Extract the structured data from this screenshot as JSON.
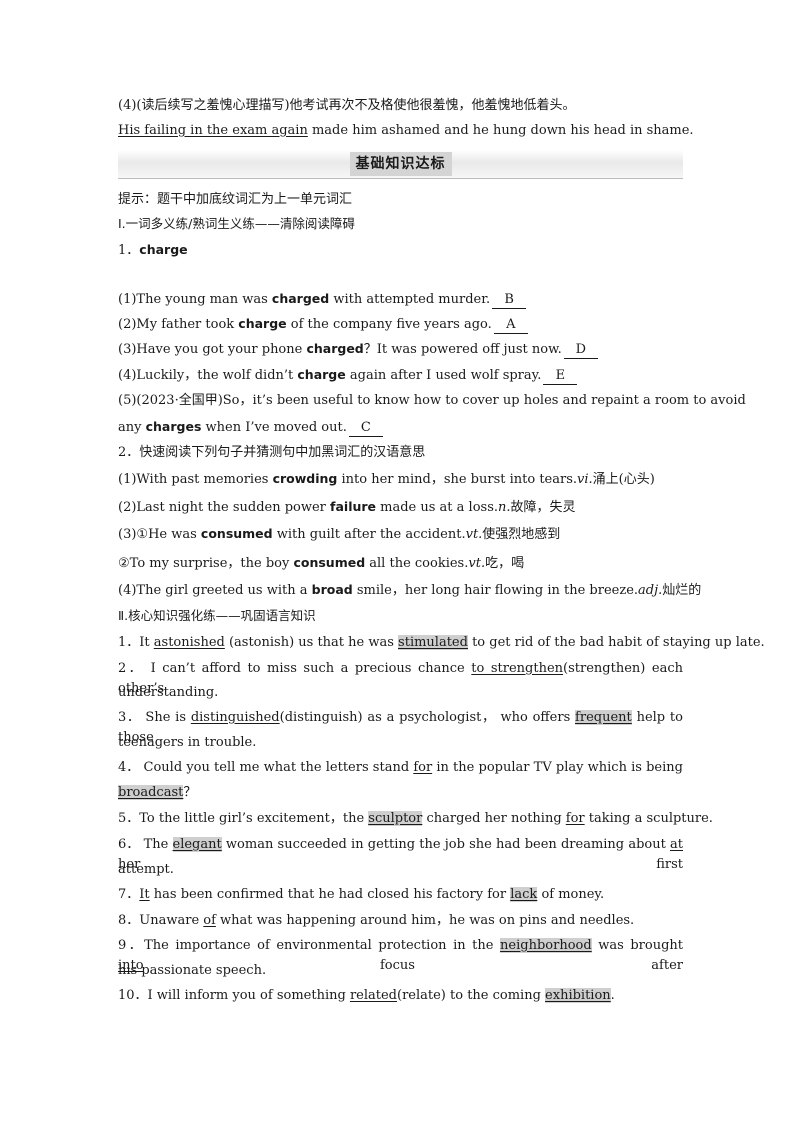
{
  "intro": {
    "l1": "(4)(读后续写之羞愧心理描写)他考试再次不及格使他很羞愧，他羞愧地低着头。",
    "l2a": "His failing in the exam again",
    "l2b": " made him ashamed and he hung down his head in shame."
  },
  "banner": {
    "title": "基础知识达标"
  },
  "tip": "提示：题干中加底纹词汇为上一单元词汇",
  "section1": {
    "heading": "Ⅰ.一词多义练/熟词生义练——清除阅读障碍",
    "item1": {
      "num": "1．",
      "word": "charge"
    },
    "q1": {
      "a": "(1)The young man was ",
      "b": "charged",
      "c": " with attempted murder.",
      "ans": "B"
    },
    "q2": {
      "a": "(2)My father took ",
      "b": "charge",
      "c": " of the company five years ago.",
      "ans": "A"
    },
    "q3": {
      "a": "(3)Have you got your phone ",
      "b": "charged",
      "c": "？It was powered off just now.",
      "ans": "D"
    },
    "q4": {
      "a": "(4)Luckily，the wolf didn’t ",
      "b": "charge",
      "c": " again after I used wolf spray.",
      "ans": "E"
    },
    "q5": {
      "a": "(5)(2023·全国甲)So，it’s been useful to know how to cover up holes and repaint a room to avoid",
      "b": "any ",
      "c": "charges",
      "d": " when I’ve moved out.",
      "ans": "C"
    },
    "item2": "2．快速阅读下列句子并猜测句中加黑词汇的汉语意思",
    "g1": {
      "a": "(1)With past memories ",
      "b": "crowding",
      "c": " into her mind，she burst into tears.",
      "pos": "vi.",
      "m": "涌上(心头)"
    },
    "g2": {
      "a": "(2)Last night the sudden power ",
      "b": "failure",
      "c": " made us at a loss.",
      "pos": "n.",
      "m": "故障，失灵"
    },
    "g3": {
      "a": "(3)①He was ",
      "b": "consumed",
      "c": " with guilt after the accident.",
      "pos": "vt.",
      "m": "使强烈地感到"
    },
    "g4": {
      "a": "②To my surprise，the boy ",
      "b": "consumed",
      "c": " all the cookies.",
      "pos": "vt.",
      "m": "吃，喝"
    },
    "g5": {
      "a": "(4)The girl greeted us with a ",
      "b": "broad",
      "c": " smile，her long hair flowing in the breeze.",
      "pos": "adj.",
      "m": "灿烂的"
    }
  },
  "section2": {
    "heading": "Ⅱ.核心知识强化练——巩固语言知识",
    "s1": {
      "a": "1．It ",
      "u1": "astonished",
      "b": " (astonish) us that he was ",
      "g1": "stimulated",
      "c": " to get rid of the bad habit of staying up late."
    },
    "s2": {
      "a": "2． I can’t afford to miss such a precious chance ",
      "u1": "to strengthen",
      "b": "(strengthen) each other’s",
      "l2": "understanding."
    },
    "s3": {
      "a": "3． She is ",
      "u1": "distinguished",
      "b": "(distinguish) as a psychologist， who offers ",
      "g1": "frequent",
      "c": " help to those",
      "l2": "teenagers in trouble."
    },
    "s4": {
      "a": "4． Could you tell me what the letters stand ",
      "u1": "for",
      "b": " in the popular TV play which is being",
      "g1": "broadcast",
      "c": "？"
    },
    "s5": {
      "a": "5．To the little girl’s excitement，the ",
      "g1": "sculptor",
      "b": " charged her nothing ",
      "u1": "for",
      "c": " taking a sculpture."
    },
    "s6": {
      "a": "6． The ",
      "g1": "elegant",
      "b": " woman succeeded in getting the job she had been dreaming about ",
      "u1": "at",
      "c": " her first",
      "l2": "attempt."
    },
    "s7": {
      "a": "7．",
      "u1": "It",
      "b": " has been confirmed that he had closed his factory for ",
      "g1": "lack",
      "c": " of money."
    },
    "s8": {
      "a": "8．Unaware ",
      "u1": "of",
      "b": " what was happening around him，he was on pins and needles."
    },
    "s9": {
      "a": "9．The importance of environmental protection in the ",
      "g1": "neighborhood",
      "b": " was brought ",
      "u1": "into",
      "c": " focus after",
      "l2": "his passionate speech."
    },
    "s10": {
      "a": "10．I will inform you of something ",
      "u1": "related",
      "b": "(relate) to the coming ",
      "g1": "exhibition",
      "c": "."
    }
  }
}
